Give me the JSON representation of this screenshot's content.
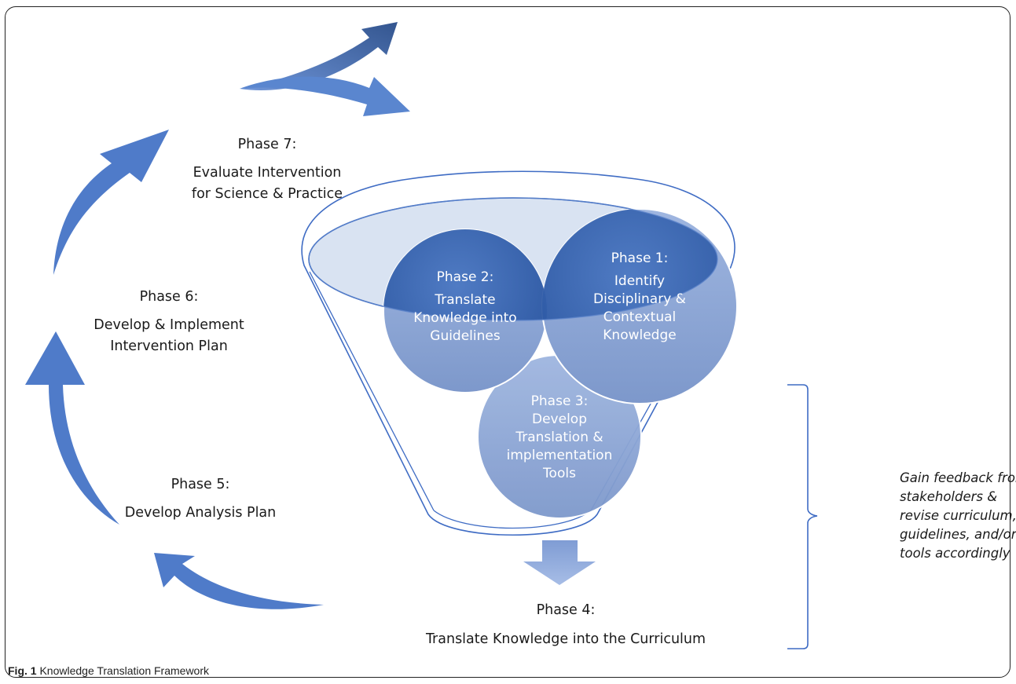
{
  "phases": {
    "phase1": {
      "title": "Phase 1:",
      "lines": [
        "Identify",
        "Disciplinary &",
        "Contextual",
        "Knowledge"
      ]
    },
    "phase2": {
      "title": "Phase 2:",
      "lines": [
        "Translate",
        "Knowledge into",
        "Guidelines"
      ]
    },
    "phase3": {
      "title": "Phase 3:",
      "lines": [
        "Develop",
        "Translation &",
        "implementation",
        "Tools"
      ]
    },
    "phase4": {
      "title": "Phase 4:",
      "lines": [
        "Translate Knowledge into the Curriculum"
      ]
    },
    "phase5": {
      "title": "Phase 5:",
      "lines": [
        "Develop Analysis Plan"
      ]
    },
    "phase6": {
      "title": "Phase 6:",
      "lines": [
        "Develop & Implement",
        "Intervention Plan"
      ]
    },
    "phase7": {
      "title": "Phase 7:",
      "lines": [
        "Evaluate Intervention",
        "for Science & Practice"
      ]
    }
  },
  "feedback": {
    "lines": [
      "Gain feedback from",
      "stakeholders &",
      "revise curriculum,",
      "guidelines, and/or",
      "tools accordingly"
    ]
  },
  "caption": {
    "label": "Fig. 1",
    "text": " Knowledge Translation Framework"
  },
  "colors": {
    "arrow": "#4f7bc9",
    "arrow_dark": "#3a5f9e",
    "funnel_line": "#3f6cc4",
    "circle_dark": "#2f5ca8",
    "circle_light": "#8fa9d8"
  }
}
